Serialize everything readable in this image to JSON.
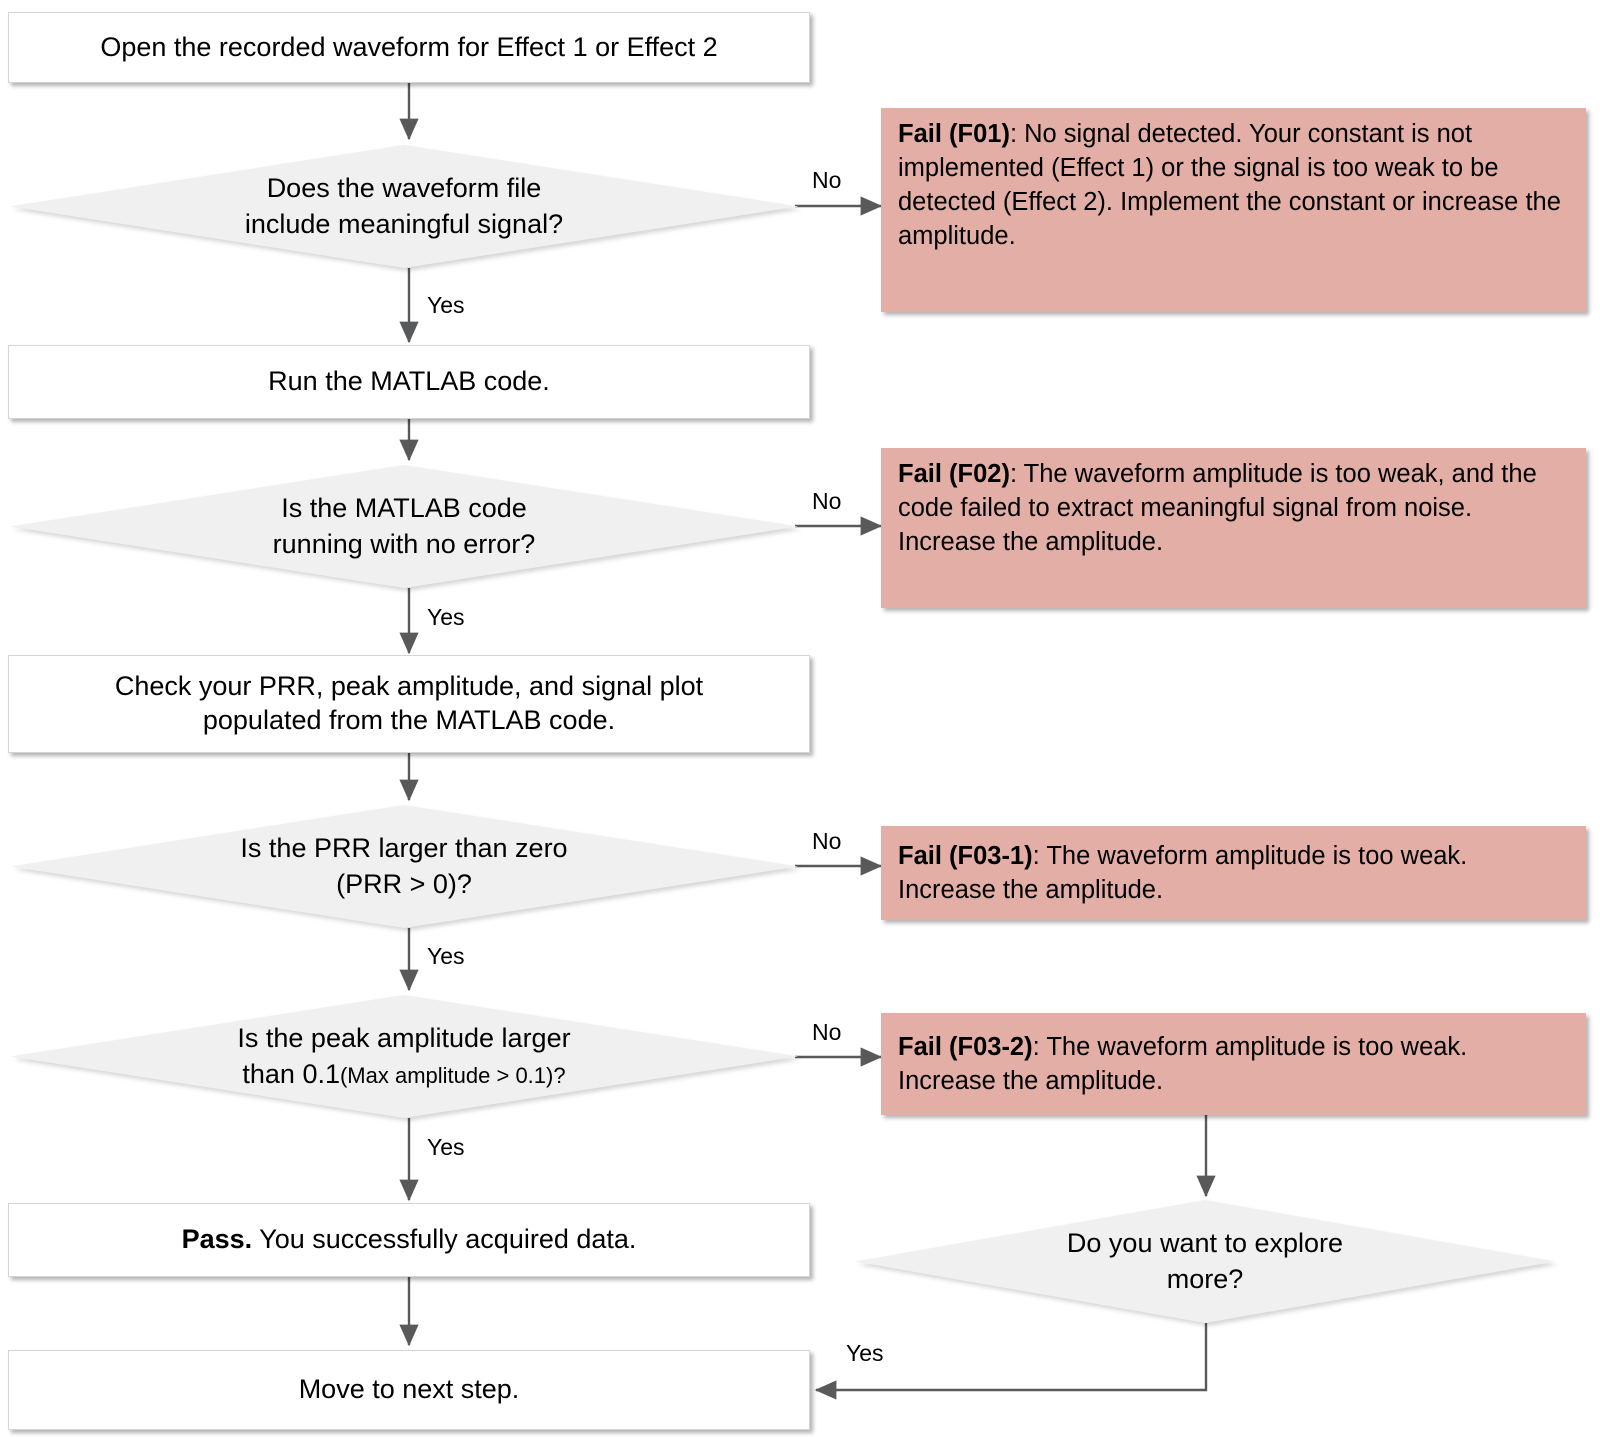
{
  "diagram": {
    "title": "Waveform data-acquisition troubleshooting flowchart",
    "colors": {
      "fail_box_fill": "#e3aea5",
      "process_box_fill": "#ffffff",
      "decision_fill": "#f0f0f0",
      "connector_stroke": "#58595b",
      "text": "#000000"
    }
  },
  "nodes": {
    "start": {
      "label": "Open the recorded waveform for Effect 1 or Effect 2"
    },
    "decision_signal": {
      "line1": "Does the waveform file",
      "line2": "include meaningful signal?"
    },
    "run_matlab": {
      "label": "Run the MATLAB code."
    },
    "decision_no_error": {
      "line1": "Is the MATLAB code",
      "line2": "running with no error?"
    },
    "check_outputs": {
      "line1": "Check your PRR, peak amplitude, and signal plot",
      "line2": "populated from the MATLAB code."
    },
    "decision_prr": {
      "line1": "Is the PRR  larger than zero",
      "line2": "(PRR > 0)?"
    },
    "decision_peak": {
      "line1": "Is the peak amplitude larger",
      "line2_main": "than 0.1",
      "line2_small": "(Max amplitude > 0.1)?"
    },
    "pass": {
      "bold": "Pass.",
      "rest": " You successfully acquired data."
    },
    "next_step": {
      "label": "Move to next step."
    },
    "decision_explore": {
      "line1": "Do you want to explore",
      "line2": "more?"
    }
  },
  "fails": {
    "f01": {
      "code": "Fail (F01)",
      "body": ": No signal detected. Your constant is not implemented (Effect 1) or the signal is too weak to be detected (Effect 2). Implement the constant or increase the amplitude."
    },
    "f02": {
      "code": "Fail (F02)",
      "body": ": The waveform amplitude is too weak, and the code failed to extract meaningful signal from noise. Increase the amplitude."
    },
    "f03_1": {
      "code": "Fail (F03-1)",
      "body": ": The waveform amplitude is too weak. Increase the amplitude."
    },
    "f03_2": {
      "code": "Fail (F03-2)",
      "body": ": The waveform amplitude is too weak. Increase the amplitude."
    }
  },
  "edge_labels": {
    "no_1": "No",
    "yes_1": "Yes",
    "no_2": "No",
    "yes_2": "Yes",
    "no_3": "No",
    "yes_3": "Yes",
    "no_4": "No",
    "yes_4": "Yes",
    "yes_explore": "Yes"
  }
}
